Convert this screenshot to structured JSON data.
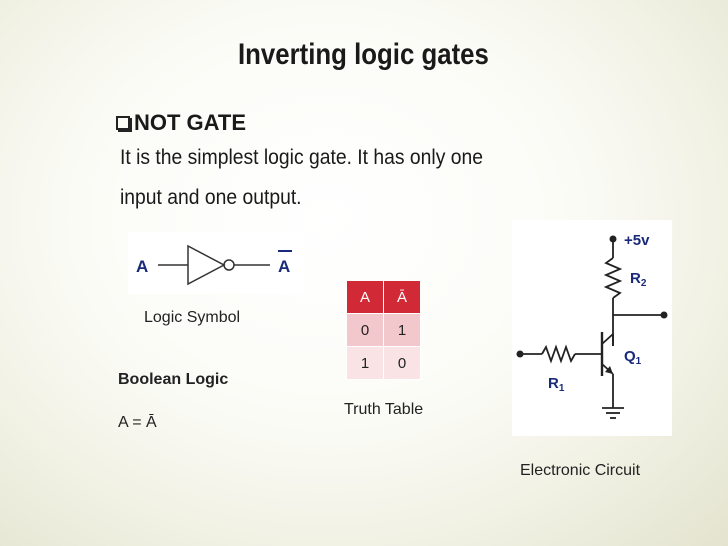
{
  "slide": {
    "title": "Inverting logic gates",
    "bullet_heading": "NOT GATE",
    "description_line1": "It is the simplest logic gate. It has only one",
    "description_line2": "input and one output."
  },
  "logic_symbol": {
    "input_label": "A",
    "output_label": "A",
    "caption": "Logic Symbol"
  },
  "boolean_logic": {
    "heading": "Boolean Logic",
    "expression": "A = Ā"
  },
  "truth_table": {
    "headers": [
      "A",
      "Ā"
    ],
    "rows": [
      [
        "0",
        "1"
      ],
      [
        "1",
        "0"
      ]
    ],
    "caption": "Truth Table",
    "colors": {
      "header": "#d12a36",
      "row1": "#f3c8cc",
      "row2": "#f9e3e5"
    }
  },
  "circuit": {
    "supply_label": "+5v",
    "r2_label": "R",
    "r2_sub": "2",
    "q1_label": "Q",
    "q1_sub": "1",
    "r1_label": "R",
    "r1_sub": "1",
    "caption": "Electronic Circuit"
  }
}
